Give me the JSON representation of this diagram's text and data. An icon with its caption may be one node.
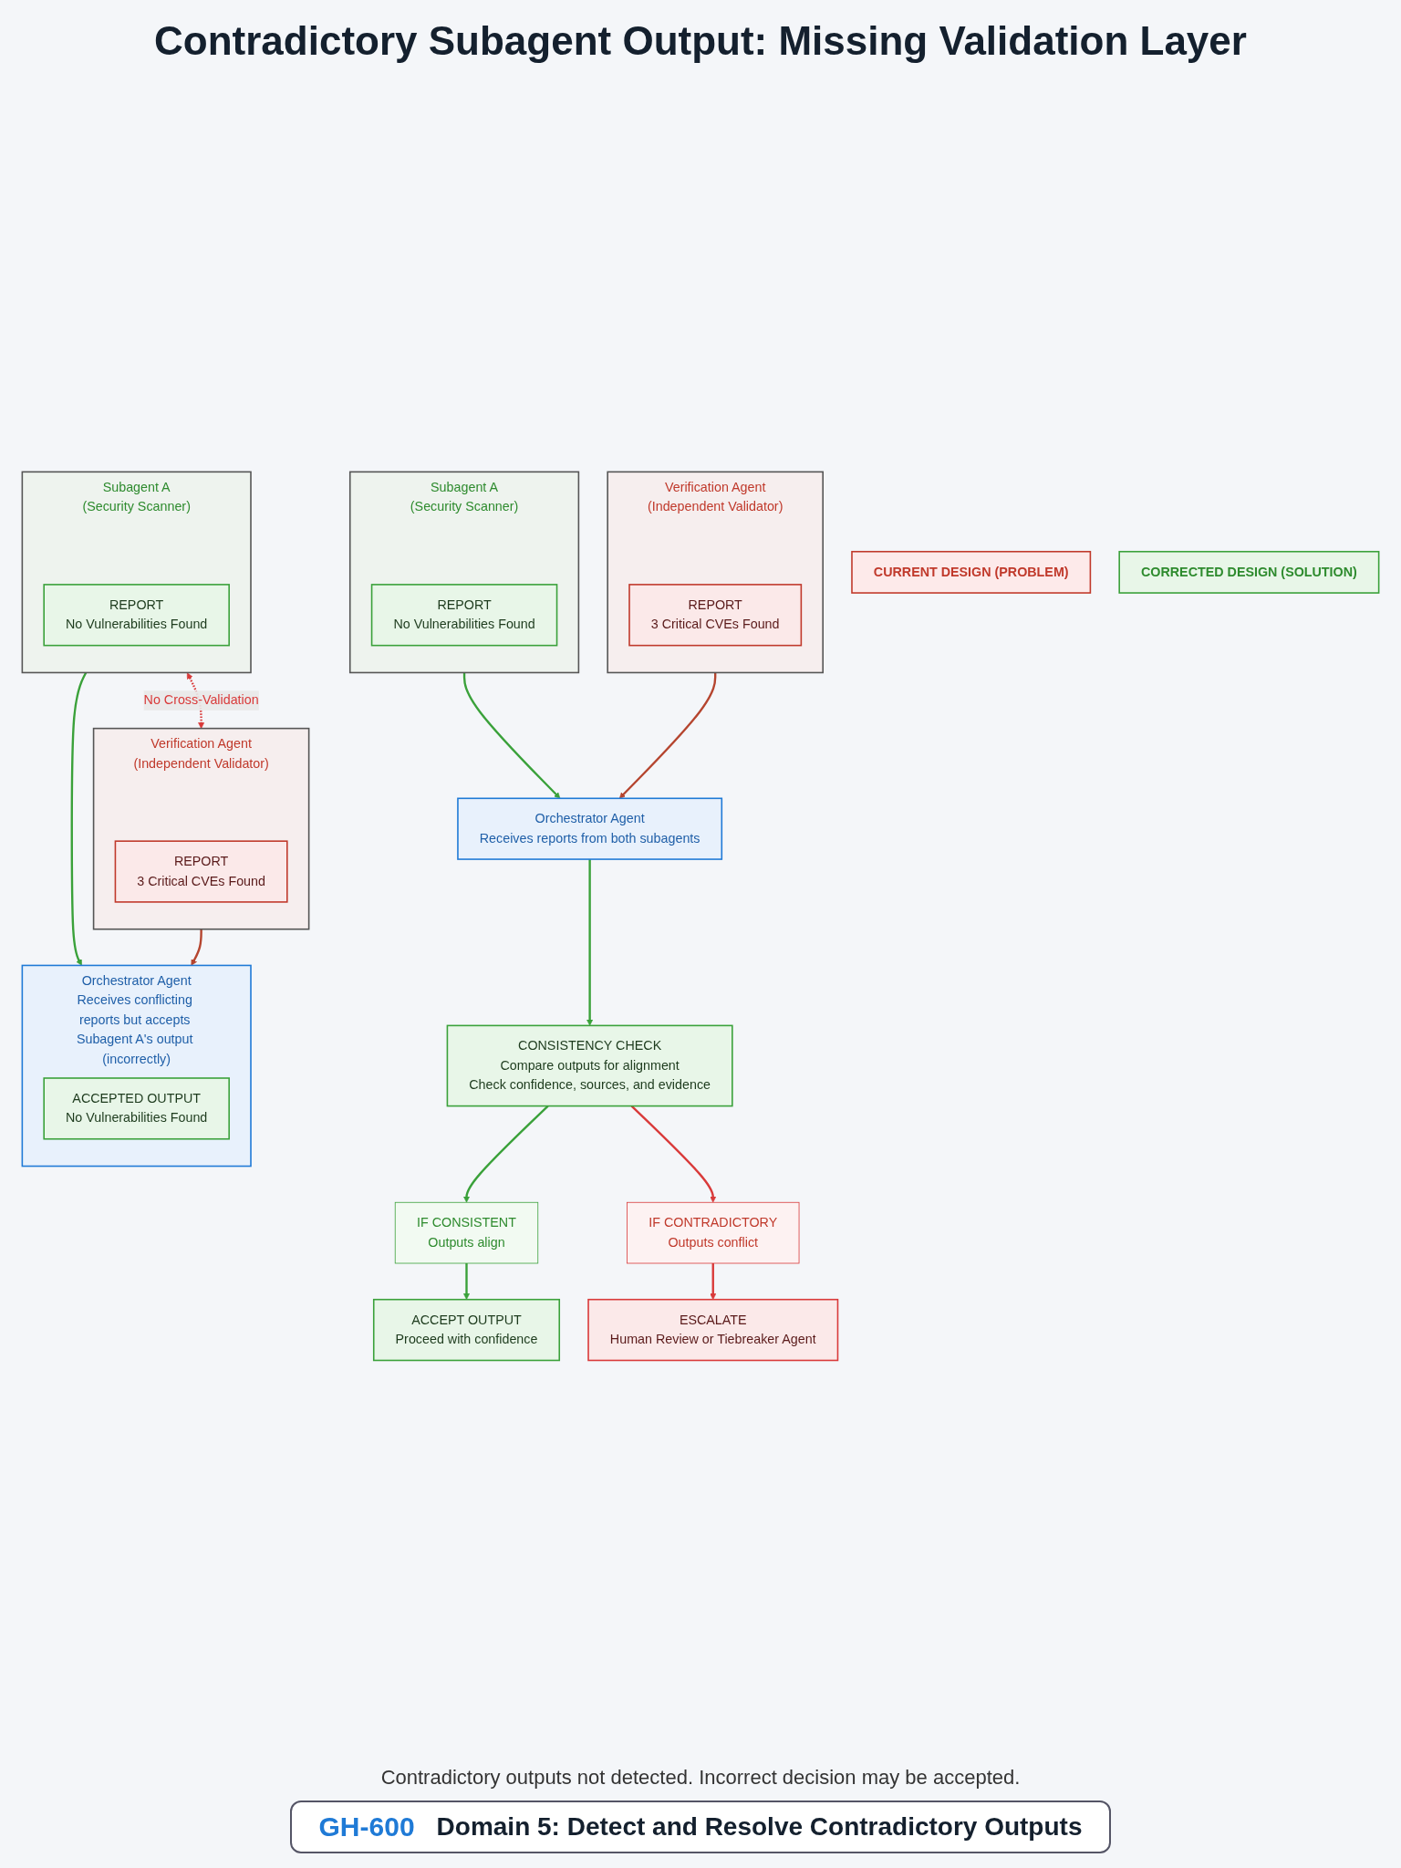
{
  "diagram": {
    "title": "Contradictory Subagent Output: Missing Validation Layer",
    "nodes": [
      {
        "text": [
          "CURRENT DESIGN (PROBLEM)"
        ]
      },
      {
        "text": [
          "Subagent A",
          "(Security Scanner)"
        ]
      },
      {
        "text": [
          "REPORT",
          "No Vulnerabilities Found"
        ],
        "in": 1
      },
      {
        "text": [
          "Orchestrator Agent",
          "Receives conflicting reports but accepts Subagent A's output (incorrectly)"
        ]
      },
      {
        "text": [
          "ACCEPTED OUTPUT",
          "No Vulnerabilities Found"
        ],
        "in": 3
      },
      {
        "text": [
          "Verification Agent",
          "(Independent Validator)"
        ]
      },
      {
        "text": [
          "REPORT",
          "3 Critical CVEs Found"
        ],
        "in": 5
      },
      {
        "text": [
          "CORRECTED DESIGN (SOLUTION)"
        ]
      },
      {
        "text": [
          "Subagent A",
          "(Security Scanner)"
        ]
      },
      {
        "text": [
          "REPORT",
          "No Vulnerabilities Found"
        ],
        "in": 8
      },
      {
        "text": [
          "Orchestrator Agent",
          "Receives reports from both subagents"
        ]
      },
      {
        "text": [
          "Verification Agent",
          "(Independent Validator)"
        ]
      },
      {
        "text": [
          "REPORT",
          "3 Critical CVEs Found"
        ],
        "in": 11
      },
      {
        "text": [
          "CONSISTENCY CHECK",
          "Compare outputs for alignment",
          "Check confidence, sources, and evidence"
        ]
      },
      {
        "text": [
          "IF CONSISTENT",
          "Outputs align"
        ]
      },
      {
        "text": [
          "IF CONTRADICTORY",
          "Outputs conflict"
        ]
      },
      {
        "text": [
          "ACCEPT OUTPUT",
          "Proceed with confidence"
        ]
      },
      {
        "text": [
          "ESCALATE",
          "Human Review or Tiebreaker Agent"
        ]
      }
    ],
    "edges": [
      {
        "from": 1,
        "to": 3,
        "arrow": "to"
      },
      {
        "from": 5,
        "to": 3,
        "arrow": "to",
        "color": "#b5452f"
      },
      {
        "from": 1,
        "to": 5,
        "arrow": "both",
        "label": "No Cross-Validation",
        "style": "dashed",
        "color": "#d93a3a"
      },
      {
        "from": 8,
        "to": 10,
        "arrow": "to"
      },
      {
        "from": 11,
        "to": 10,
        "arrow": "to",
        "color": "#b5452f"
      },
      {
        "from": 10,
        "to": 13,
        "arrow": "to"
      },
      {
        "from": 13,
        "to": 14,
        "arrow": "to"
      },
      {
        "from": 13,
        "to": 15,
        "arrow": "to",
        "color": "#d93a3a"
      },
      {
        "from": 14,
        "to": 16,
        "arrow": "to"
      },
      {
        "from": 15,
        "to": 17,
        "arrow": "to",
        "color": "#d93a3a"
      }
    ],
    "labels": [
      "Contradictory outputs not detected. Incorrect decision may be accepted.",
      "GH-600",
      "Domain 5: Detect and Resolve Contradictory Outputs"
    ]
  }
}
